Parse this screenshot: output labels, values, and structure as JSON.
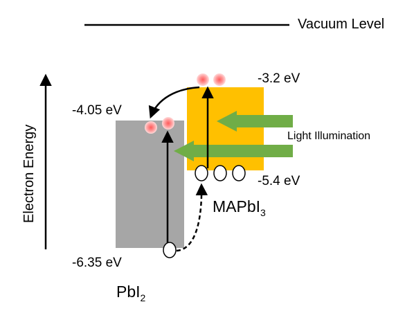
{
  "vacuum_level_label": "Vacuum Level",
  "y_axis_label": "Electron Energy",
  "illumination_label": "Light Illumination",
  "pbi2": {
    "name_main": "PbI",
    "name_sub": "2",
    "conduction_band_label": "-4.05 eV",
    "valence_band_label": "-6.35 eV",
    "color": "#A6A6A6"
  },
  "mapbi3": {
    "name_main": "MAPbI",
    "name_sub": "3",
    "conduction_band_label": "-3.2 eV",
    "valence_band_label": "-5.4 eV",
    "color": "#FFC000"
  },
  "colors": {
    "arrow_light": "#70AD47",
    "electron": "#F4A6A6",
    "line": "#000000"
  }
}
